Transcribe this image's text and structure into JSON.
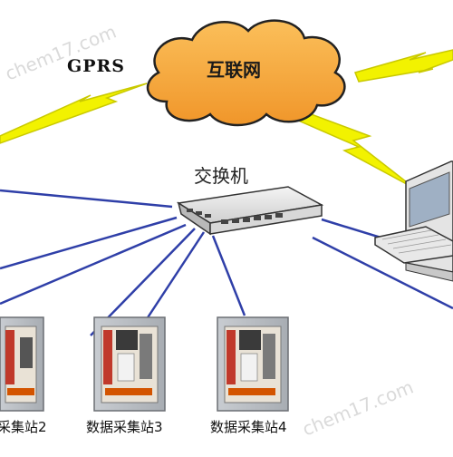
{
  "diagram": {
    "cloud": {
      "label": "互联网",
      "fill": "#f7a833"
    },
    "link_label": "GPRS",
    "switch": {
      "label": "交换机",
      "ports": 6
    },
    "stations": [
      {
        "label": "采集站2"
      },
      {
        "label": "数据采集站3"
      },
      {
        "label": "数据采集站4"
      }
    ],
    "watermark": "chem17.com",
    "colors": {
      "lightning_fill": "#f2f200",
      "lightning_stroke": "#c9c900",
      "cable": "#2f3fa8",
      "cabinet": "#b8bcc2"
    }
  }
}
